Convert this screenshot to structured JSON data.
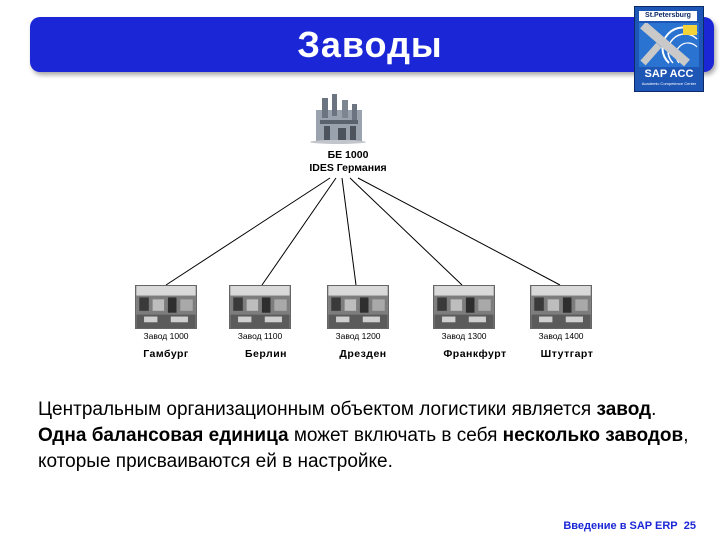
{
  "header": {
    "title": "Заводы"
  },
  "logo": {
    "top_text": "St.Petersburg",
    "brand": "SAP ACC",
    "subtitle": "Academic Competence Center"
  },
  "company": {
    "line1": "БЕ 1000",
    "line2": "IDES Германия"
  },
  "plants": [
    {
      "code": "Завод 1000",
      "city": "Гамбург"
    },
    {
      "code": "Завод 1100",
      "city": "Берлин"
    },
    {
      "code": "Завод 1200",
      "city": "Дрезден"
    },
    {
      "code": "Завод 1300",
      "city": "Франкфурт"
    },
    {
      "code": "Завод 1400",
      "city": "Штутгарт"
    }
  ],
  "text": {
    "p1": "Центральным организационным объектом логистики является ",
    "b1": "завод",
    "p2": ". ",
    "b2": "Одна балансовая единица",
    "p3": " может включать в себя ",
    "b3": "несколько заводов",
    "p4": ", которые присваиваются ей в настройке."
  },
  "footer": {
    "label": "Введение в SAP ERP",
    "page": "25"
  },
  "colors": {
    "title_bar": "#1b27d6",
    "footer": "#1b27d6"
  }
}
